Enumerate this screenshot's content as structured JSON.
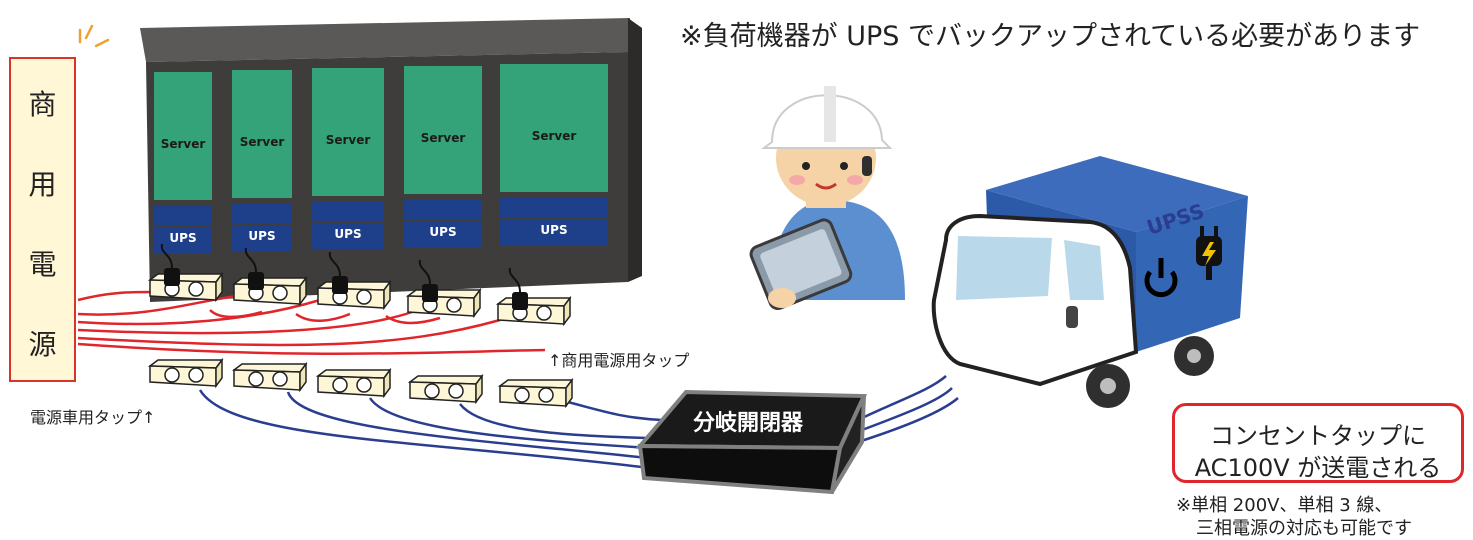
{
  "top_note": "※負荷機器が UPS でバックアップされている必要があります",
  "power_source_chars": [
    "商",
    "用",
    "電",
    "源"
  ],
  "racks": [
    {
      "server_label": "Server",
      "ups_label": "UPS"
    },
    {
      "server_label": "Server",
      "ups_label": "UPS"
    },
    {
      "server_label": "Server",
      "ups_label": "UPS"
    },
    {
      "server_label": "Server",
      "ups_label": "UPS"
    },
    {
      "server_label": "Server",
      "ups_label": "UPS"
    }
  ],
  "commercial_tap_label": "↑商用電源用タップ",
  "car_tap_label": "電源車用タップ↑",
  "switch_box_label": "分岐開閉器",
  "truck_logo": "UPSS",
  "ac_box_lines": [
    "コンセントタップに",
    "AC100V が送電される"
  ],
  "footnote_lines": [
    "※単相 200V、単相 3 線、",
    "三相電源の対応も可能です"
  ],
  "colors": {
    "server_green": "#35a37a",
    "ups_blue": "#1e3f8a",
    "rack_frame": "#3e3d3c",
    "commercial_line": "#e0262b",
    "car_line": "#2b3d8f",
    "truck_box": "#2d5aa8",
    "power_box_border": "#d9332a",
    "power_box_fill": "#fff7d6"
  }
}
